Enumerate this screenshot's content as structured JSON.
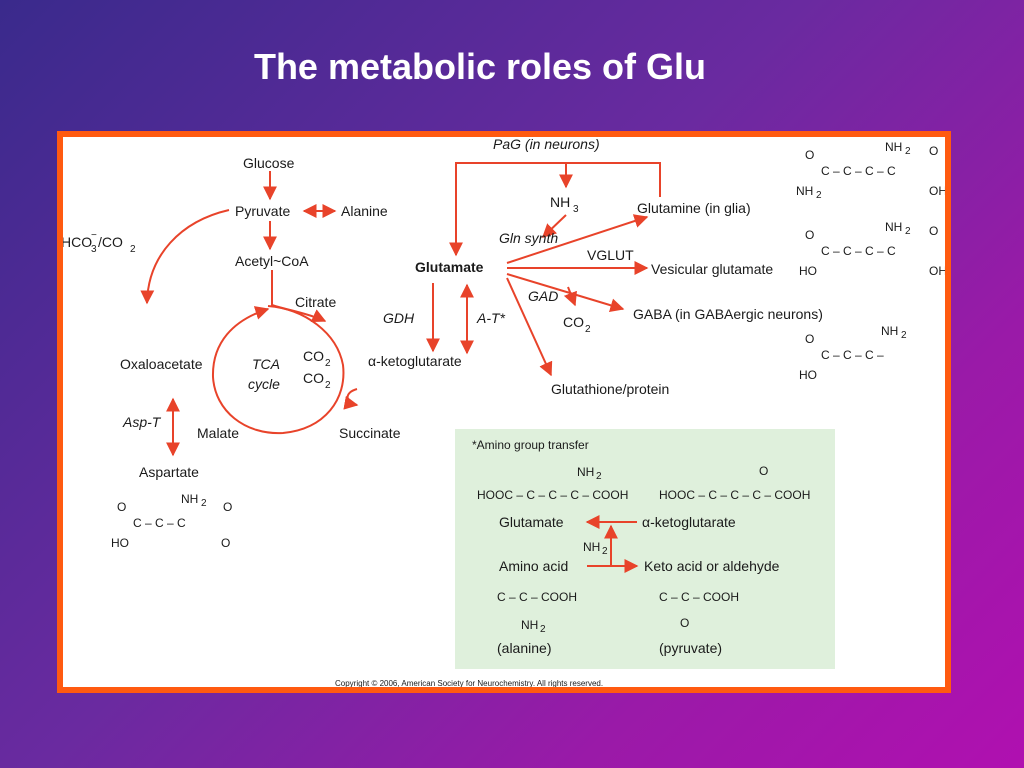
{
  "title": "The metabolic roles of Glu",
  "colors": {
    "arrow": "#e8432a",
    "frame": "#ff5a10",
    "inset": "#dff0dc"
  },
  "nodes": {
    "glucose": "Glucose",
    "pyruvate": "Pyruvate",
    "alanine": "Alanine",
    "hco3": "HCO",
    "hco3_sub": "3",
    "hco3_sup": "−",
    "co2_slash": "/CO",
    "co2_slash_sub": "2",
    "acetyl_coa": "Acetyl~CoA",
    "citrate": "Citrate",
    "oxaloacetate": "Oxaloacetate",
    "tca_line1": "TCA",
    "tca_line2": "cycle",
    "co2_a": "CO",
    "co2_a_sub": "2",
    "co2_b": "CO",
    "co2_b_sub": "2",
    "malate": "Malate",
    "succinate": "Succinate",
    "asp_t": "Asp-T",
    "aspartate": "Aspartate",
    "pag": "PaG (in neurons)",
    "nh3": "NH",
    "nh3_sub": "3",
    "glutamine_glia": "Glutamine (in glia)",
    "gln_synth": "Gln synth",
    "vglut": "VGLUT",
    "glutamate": "Glutamate",
    "vesicular_glutamate": "Vesicular glutamate",
    "gad": "GAD",
    "gaba": "GABA (in GABAergic neurons)",
    "co2_gad": "CO",
    "co2_gad_sub": "2",
    "gdh": "GDH",
    "a_t": "A-T*",
    "alpha_kg": "α-ketoglutarate",
    "glutathione": "Glutathione/protein"
  },
  "inset": {
    "title": "*Amino group transfer",
    "nh2_top_left": "NH",
    "nh2_top_left_sub": "2",
    "o_top_right": "O",
    "formula_glu": "HOOC – C – C – C – COOH",
    "formula_akg": "HOOC – C – C – C – COOH",
    "glutamate": "Glutamate",
    "alpha_kg": "α-ketoglutarate",
    "nh2_mid": "NH",
    "nh2_mid_sub": "2",
    "amino_acid": "Amino acid",
    "keto_acid": "Keto acid or aldehyde",
    "formula_ala": "C – C – COOH",
    "nh2_ala": "NH",
    "nh2_ala_sub": "2",
    "formula_pyr": "C – C – COOH",
    "o_pyr": "O",
    "alanine_label": "(alanine)",
    "pyruvate_label": "(pyruvate)"
  },
  "structures": {
    "atom_o": "O",
    "atom_oh": "OH",
    "atom_ho": "HO",
    "atom_nh": "NH",
    "atom_sub2": "2",
    "chain_gln": "C – C – C – C",
    "chain_glu": "C – C – C – C",
    "chain_gaba": "C – C – C –",
    "chain_asp": "C – C – C"
  },
  "copyright": "Copyright © 2006, American Society for Neurochemistry. All rights reserved."
}
